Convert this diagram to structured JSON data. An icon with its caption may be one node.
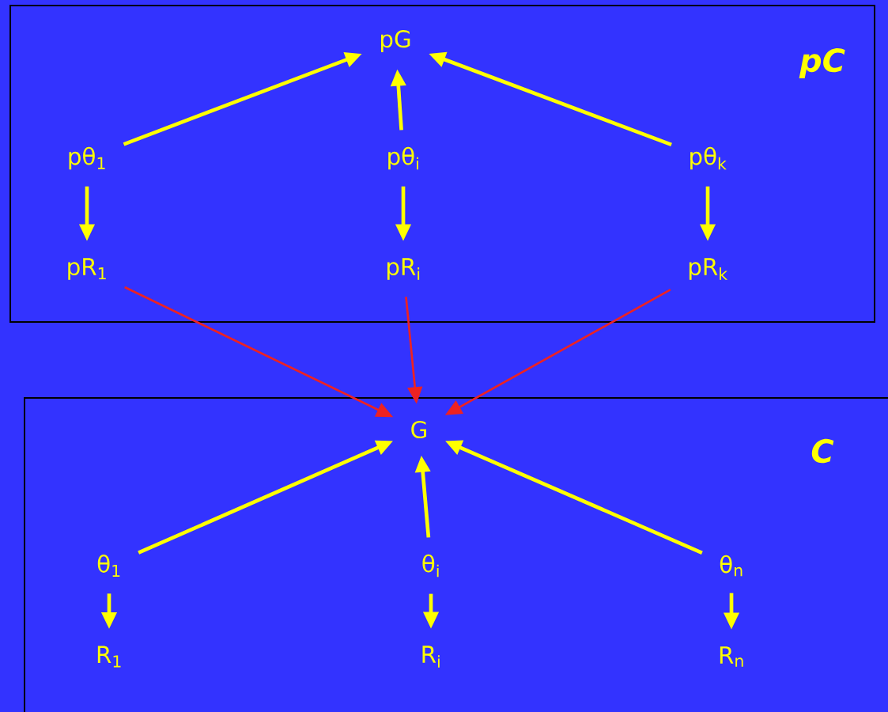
{
  "diagram": {
    "nodes": [
      {
        "text": [
          "pC"
        ]
      },
      {
        "text": [
          "pG"
        ],
        "in": 0
      },
      {
        "text": [
          "pθ$_{1}$"
        ],
        "in": 0
      },
      {
        "text": [
          "pθ$_{i}$"
        ],
        "in": 0
      },
      {
        "text": [
          "pθ$_{k}$"
        ],
        "in": 0
      },
      {
        "text": [
          "pR$_{1}$"
        ],
        "in": 0
      },
      {
        "text": [
          "pR$_{i}$"
        ],
        "in": 0
      },
      {
        "text": [
          "pR$_{k}$"
        ],
        "in": 0
      },
      {
        "text": [
          "C"
        ]
      },
      {
        "text": [
          "G"
        ],
        "in": 8
      },
      {
        "text": [
          "θ$_{1}$"
        ],
        "in": 8
      },
      {
        "text": [
          "θ$_{i}$"
        ],
        "in": 8
      },
      {
        "text": [
          "θ$_{n}$"
        ],
        "in": 8
      },
      {
        "text": [
          "R$_{1}$"
        ],
        "in": 8
      },
      {
        "text": [
          "R$_{i}$"
        ],
        "in": 8
      },
      {
        "text": [
          "R$_{n}$"
        ],
        "in": 8
      }
    ],
    "edges": [
      {
        "from": 2,
        "to": 1,
        "arrow": "to"
      },
      {
        "from": 3,
        "to": 1,
        "arrow": "to"
      },
      {
        "from": 4,
        "to": 1,
        "arrow": "to"
      },
      {
        "from": 2,
        "to": 5,
        "arrow": "to"
      },
      {
        "from": 3,
        "to": 6,
        "arrow": "to"
      },
      {
        "from": 4,
        "to": 7,
        "arrow": "to"
      },
      {
        "from": 5,
        "to": 9,
        "arrow": "to",
        "color": "#ee2222"
      },
      {
        "from": 6,
        "to": 9,
        "arrow": "to",
        "color": "#ee2222"
      },
      {
        "from": 7,
        "to": 9,
        "arrow": "to",
        "color": "#ee2222"
      },
      {
        "from": 10,
        "to": 9,
        "arrow": "to"
      },
      {
        "from": 11,
        "to": 9,
        "arrow": "to"
      },
      {
        "from": 12,
        "to": 9,
        "arrow": "to"
      },
      {
        "from": 10,
        "to": 13,
        "arrow": "to"
      },
      {
        "from": 11,
        "to": 14,
        "arrow": "to"
      },
      {
        "from": 12,
        "to": 15,
        "arrow": "to"
      }
    ]
  }
}
